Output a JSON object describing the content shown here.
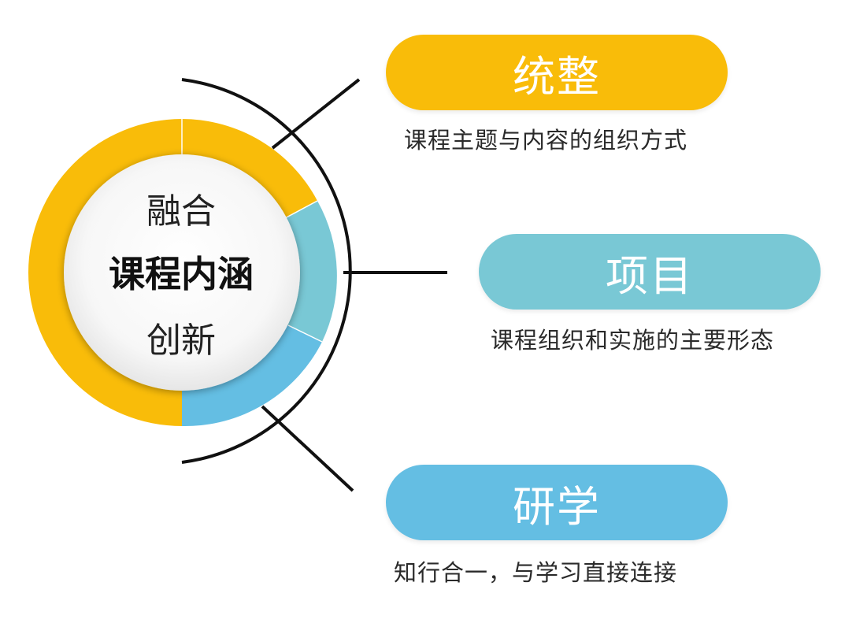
{
  "center": {
    "top_text": "融合",
    "title": "课程内涵",
    "bottom_text": "创新"
  },
  "items": [
    {
      "label": "统整",
      "description": "课程主题与内容的组织方式",
      "color": "#F9BC09"
    },
    {
      "label": "项目",
      "description": "课程组织和实施的主要形态",
      "color": "#79C8D5"
    },
    {
      "label": "研学",
      "description": "知行合一，与学习直接连接",
      "color": "#64BEE3"
    }
  ],
  "ring_colors": {
    "yellow": "#F9BC09",
    "teal": "#79C8D5",
    "blue": "#64BEE3",
    "line": "#111111"
  }
}
